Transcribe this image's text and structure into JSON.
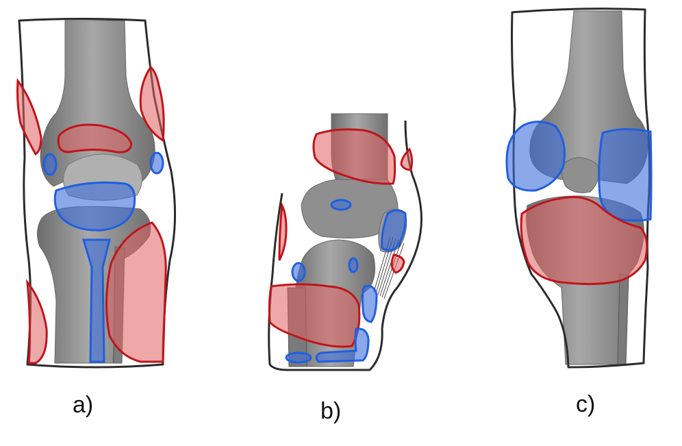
{
  "figure": {
    "panels": [
      {
        "id": "a",
        "label": "a)"
      },
      {
        "id": "b",
        "label": "b)"
      },
      {
        "id": "c",
        "label": "c)"
      }
    ],
    "colors": {
      "red_zone_fill": "#e06060",
      "red_zone_stroke": "#c0141b",
      "blue_zone_fill": "#3c6edc",
      "blue_zone_stroke": "#1f5fe0",
      "outline": "#2b2b2b",
      "bone": "#8c8c8c"
    }
  }
}
